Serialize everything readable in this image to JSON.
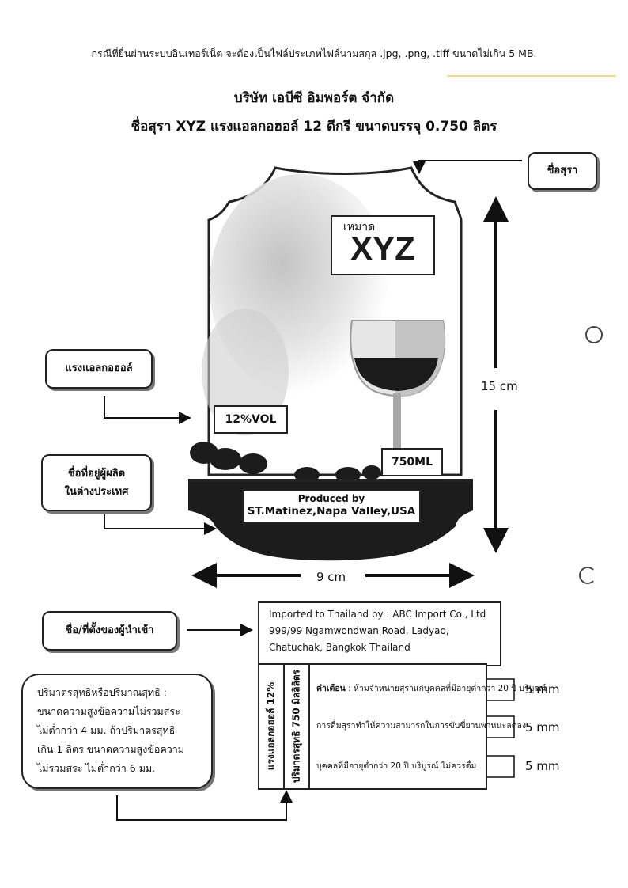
{
  "header": {
    "note": "กรณีที่ยื่นผ่านระบบอินเทอร์เน็ต จะต้องเป็นไฟล์ประเภทไฟล์นามสกุล .jpg, .png, .tiff ขนาดไม่เกิน 5 MB.",
    "company": "บริษัท เอบีซี อิมพอร์ต จำกัด",
    "subtitle": "ชื่อสุรา XYZ  แรงแอลกอฮอล์ 12 ดีกรี  ขนาดบรรจุ 0.750 ลิตร"
  },
  "callouts": {
    "brand": "ชื่อสุรา",
    "alcohol": "แรงแอลกอฮอล์",
    "producer_line1": "ชื่อที่อยู่ผู้ผลิต",
    "producer_line2": "ในต่างประเทศ",
    "importer": "ชื่อ/ที่ตั้งของผู้นำเข้า"
  },
  "label": {
    "handwritten": "เหมาด",
    "brand": "XYZ",
    "alcohol": "12%VOL",
    "volume": "750ML",
    "produced_by": "Produced by",
    "producer": "ST.Matinez,Napa Valley,USA"
  },
  "dimensions": {
    "height": "15 cm",
    "width": "9 cm",
    "warning_line_1": "5 mm",
    "warning_line_2": "5 mm",
    "warning_line_3": "5 mm"
  },
  "importer": {
    "line1": "Imported to Thailand by : ABC Import Co., Ltd",
    "line2": "999/99 Ngamwondwan Road, Ladyao,",
    "line3": "Chatuchak, Bangkok Thailand"
  },
  "side_label": {
    "alcohol_vertical": "แรงแอลกอฮอล์ 12%",
    "volume_vertical": "ปริมาตรสุทธิ 750 มิลลิลิตร",
    "warning_title": "คำเตือน",
    "warning_1": "ห้ามจำหน่ายสุราแก่บุคคลที่มีอายุต่ำกว่า 20 ปี บริบูรณ์",
    "warning_2": "การดื่มสุราทำให้ความสามารถในการขับขี่ยานพาหนะลดลง",
    "warning_3": "บุคคลที่มีอายุต่ำกว่า 20 ปี บริบูรณ์ ไม่ควรดื่ม"
  },
  "net_volume_note": {
    "line1": "ปริมาตรสุทธิหรือปริมาณสุทธิ :",
    "line2": "ขนาดความสูงข้อความไม่รวมสระ",
    "line3": "ไม่ต่ำกว่า 4 มม. ถ้าปริมาตรสุทธิ",
    "line4": "เกิน 1 ลิตร ขนาดความสูงข้อความ",
    "line5": "ไม่รวมสระ ไม่ต่ำกว่า 6 มม."
  }
}
